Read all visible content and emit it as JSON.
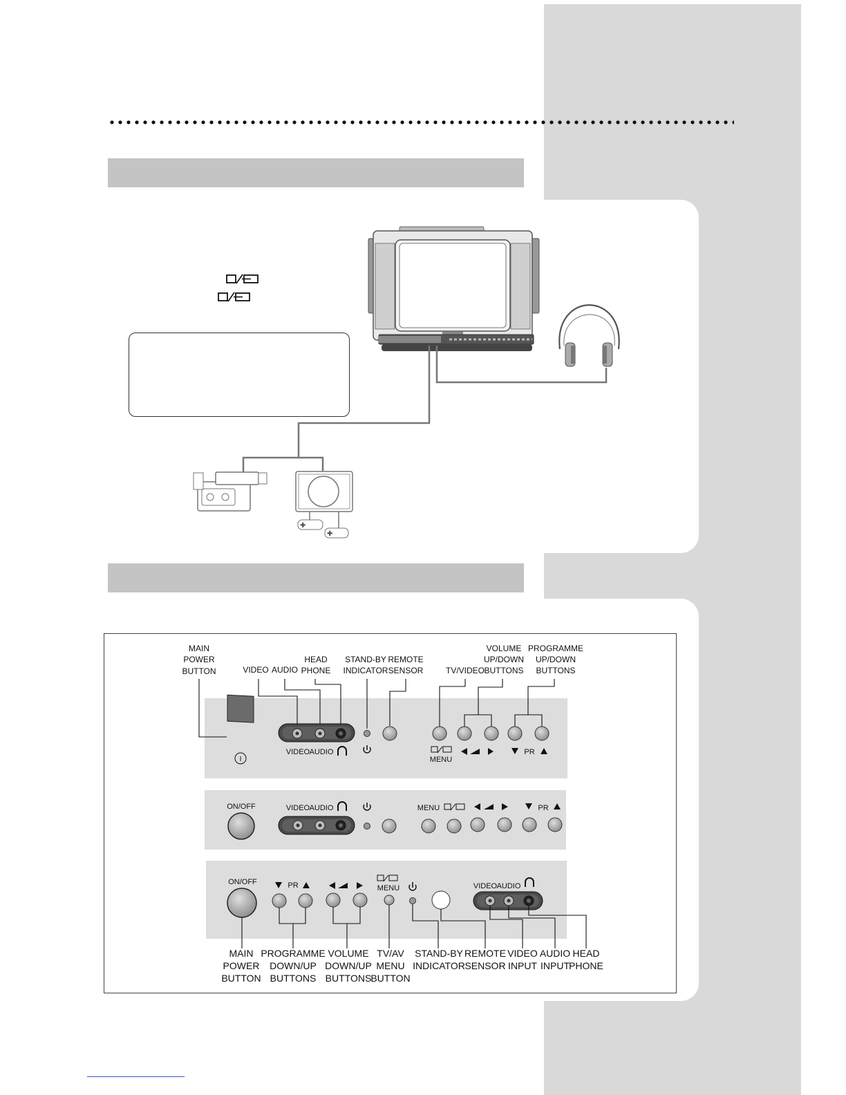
{
  "symbols": {
    "tv_av_symbol": "□/⊡",
    "standby_symbol": "⏻",
    "headphone_symbol": "∩"
  },
  "panel1": {
    "labels": {
      "main_power": [
        "MAIN",
        "POWER",
        "BUTTON"
      ],
      "video": "VIDEO",
      "audio": "AUDIO",
      "head_phone": [
        "HEAD",
        "PHONE"
      ],
      "standby": [
        "STAND-BY",
        "INDICATOR"
      ],
      "remote": [
        "REMOTE",
        "SENSOR"
      ],
      "tv_video": "TV/VIDEO",
      "volume": [
        "VOLUME",
        "UP/DOWN",
        "BUTTONS"
      ],
      "programme": [
        "PROGRAMME",
        "UP/DOWN",
        "BUTTONS"
      ]
    },
    "marks": {
      "video": "VIDEO",
      "audio": "AUDIO",
      "menu": "MENU",
      "pr": "PR",
      "power_mark": "I"
    }
  },
  "panel2": {
    "marks": {
      "onoff": "ON/OFF",
      "video": "VIDEO",
      "audio": "AUDIO",
      "menu": "MENU",
      "pr": "PR"
    }
  },
  "panel3": {
    "marks": {
      "onoff": "ON/OFF",
      "pr": "PR",
      "menu": "MENU",
      "video": "VIDEO",
      "audio": "AUDIO"
    },
    "labels": {
      "main_power": [
        "MAIN",
        "POWER",
        "BUTTON"
      ],
      "programme": [
        "PROGRAMME",
        "DOWN/UP",
        "BUTTONS"
      ],
      "volume": [
        "VOLUME",
        "DOWN/UP",
        "BUTTONS"
      ],
      "tvav_menu": [
        "TV/AV",
        "MENU",
        "BUTTON"
      ],
      "standby": [
        "STAND-BY",
        "INDICATOR"
      ],
      "remote": [
        "REMOTE",
        "SENSOR"
      ],
      "video_input": [
        "VIDEO",
        "INPUT"
      ],
      "audio_input": [
        "AUDIO",
        "INPUT"
      ],
      "head_phone": [
        "HEAD",
        "PHONE"
      ]
    }
  }
}
